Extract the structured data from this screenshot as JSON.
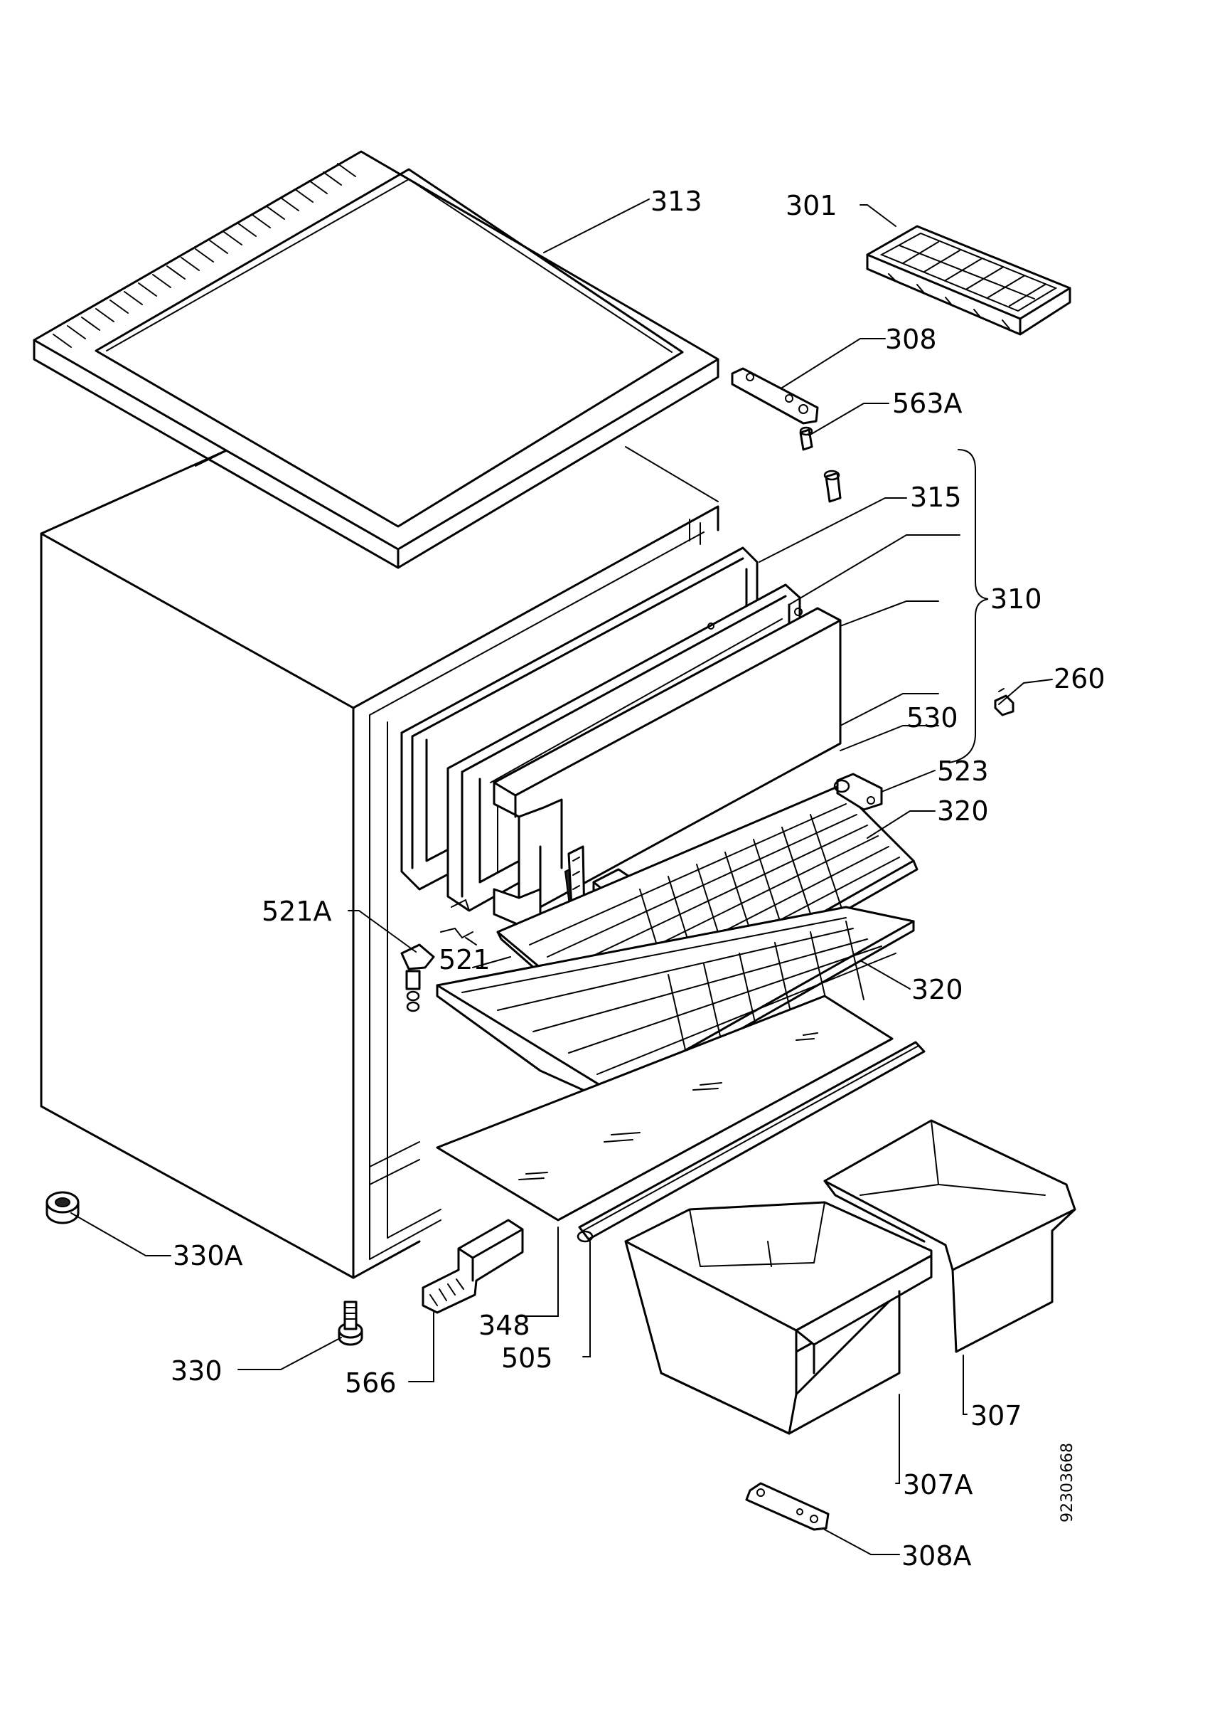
{
  "diagram": {
    "labels": {
      "p313": "313",
      "p301": "301",
      "p308": "308",
      "p563a": "563A",
      "p315": "315",
      "p310": "310",
      "p260": "260",
      "p530": "530",
      "p523": "523",
      "p320a": "320",
      "p320b": "320",
      "p521a": "521A",
      "p521": "521",
      "p330a": "330A",
      "p330": "330",
      "p566": "566",
      "p348": "348",
      "p505": "505",
      "p307": "307",
      "p307a": "307A",
      "p308a": "308A"
    },
    "drawing_number": "92303668"
  }
}
